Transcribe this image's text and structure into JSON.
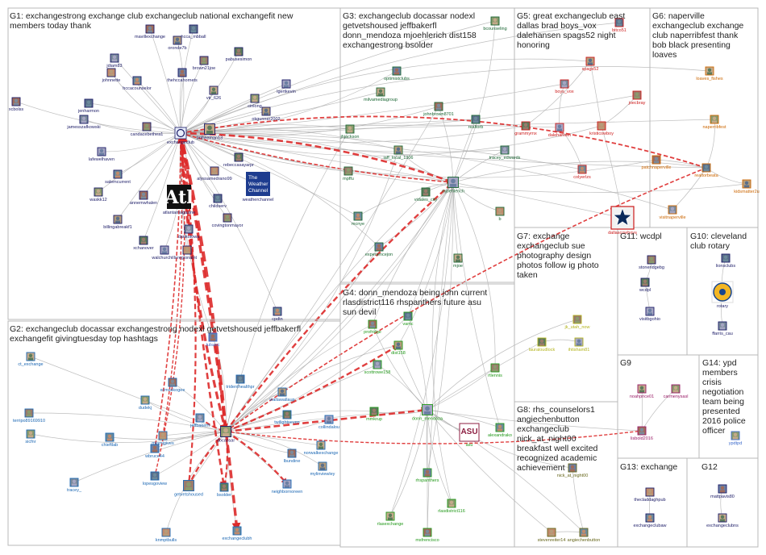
{
  "graph": {
    "groups": [
      {
        "id": "G1",
        "title_lines": [
          "G1: exchangestrong exchange club exchangeclub national exchangefit new",
          "members today thank"
        ]
      },
      {
        "id": "G2",
        "title_lines": [
          "G2: exchangeclub docassar exchangestrong nodexl getvetshoused jeffbakerfl",
          "exchangefit givingtuesday top hashtags"
        ]
      },
      {
        "id": "G3",
        "title_lines": [
          "G3: exchangeclub docassar nodexl",
          "getvetshoused jeffbakerfl",
          "donn_mendoza mjoehlerich dist158",
          "exchangestrong bsolder"
        ]
      },
      {
        "id": "G4",
        "title_lines": [
          "G4: donn_mendoza being john current",
          "rlasdistrict116 rhspanthers future asu",
          "sun devil"
        ]
      },
      {
        "id": "G5",
        "title_lines": [
          "G5: great exchangeclub east",
          "dallas brad boys_vox",
          "dalehansen spags52 night",
          "honoring"
        ]
      },
      {
        "id": "G6",
        "title_lines": [
          "G6: naperville",
          "exchangeclub exchange",
          "club naperribfest thank",
          "bob black presenting",
          "loaves"
        ]
      },
      {
        "id": "G7",
        "title_lines": [
          "G7: exchange",
          "exchangeclub sue",
          "photography design",
          "photos follow ig photo",
          "taken"
        ]
      },
      {
        "id": "G8",
        "title_lines": [
          "G8: rhs_counselors1",
          "angiechenbutton",
          "exchangeclub",
          "nick_at_night00",
          "breakfast well excited",
          "recognized academic",
          "achievement"
        ]
      },
      {
        "id": "G9",
        "title_lines": [
          "G9"
        ]
      },
      {
        "id": "G10",
        "title_lines": [
          "G10: cleveland",
          "club rotary"
        ]
      },
      {
        "id": "G11",
        "title_lines": [
          "G11: wcdpl"
        ]
      },
      {
        "id": "G12",
        "title_lines": [
          "G12"
        ]
      },
      {
        "id": "G13",
        "title_lines": [
          "G13: exchange"
        ]
      },
      {
        "id": "G14",
        "title_lines": [
          "G14: ypd",
          "members",
          "crisis",
          "negotiation",
          "team being",
          "presented",
          "2016 police",
          "officer"
        ]
      }
    ],
    "nodes": [
      {
        "id": "exchangeclub",
        "label": "exchangeclub",
        "color": "#1a1a66",
        "icon": "club-logo-icon"
      },
      {
        "id": "tmfreeman13",
        "label": "tmfreeman13",
        "color": "#1a1a66"
      },
      {
        "id": "docassar",
        "label": "docassar",
        "color": "#1a1a66"
      },
      {
        "id": "mavillexchange",
        "label": "mavillexchange",
        "color": "#1a1a66"
      },
      {
        "id": "hcca_mbball",
        "label": "hcca_mbball",
        "color": "#1a1a66"
      },
      {
        "id": "oronde7b",
        "label": "oronde7b",
        "color": "#1a1a66"
      },
      {
        "id": "jdiam83",
        "label": "jdiam83",
        "color": "#1a1a66"
      },
      {
        "id": "brown21joe",
        "label": "brown21joe",
        "color": "#1a1a66"
      },
      {
        "id": "pabusesimon",
        "label": "pabusesimon",
        "color": "#1a1a66"
      },
      {
        "id": "lgertkevin",
        "label": "lgertkevin",
        "color": "#1a1a66"
      },
      {
        "id": "johnnette",
        "label": "johnnette",
        "color": "#1a1a66"
      },
      {
        "id": "hccacounselor",
        "label": "hccacounselor",
        "color": "#1a1a66"
      },
      {
        "id": "thehccahornets",
        "label": "thehccahornets",
        "color": "#1a1a66"
      },
      {
        "id": "vtr_626",
        "label": "vtr_626",
        "color": "#1a1a66"
      },
      {
        "id": "cinlong",
        "label": "cinlong",
        "color": "#1a1a66"
      },
      {
        "id": "xcbolss",
        "label": "xcbolss",
        "color": "#1a1a66"
      },
      {
        "id": "jenharmon",
        "label": "jenharmon",
        "color": "#1a1a66"
      },
      {
        "id": "okgunner2002",
        "label": "okgunner2002",
        "color": "#1a1a66"
      },
      {
        "id": "jamesszafkowski",
        "label": "jamesszafkowski",
        "color": "#1a1a66"
      },
      {
        "id": "candacebethea1",
        "label": "candacebethea1",
        "color": "#1a1a66"
      },
      {
        "id": "rebeccasayarpr",
        "label": "rebeccasayarpr",
        "color": "#1a1a66"
      },
      {
        "id": "lafewelhaven",
        "label": "lafewelhaven",
        "color": "#1a1a66"
      },
      {
        "id": "alyssamedrano99",
        "label": "alyssamedrano99",
        "color": "#1a1a66"
      },
      {
        "id": "salemcurrent",
        "label": "salemcurrent",
        "color": "#1a1a66"
      },
      {
        "id": "weatherchannel",
        "label": "weatherchannel",
        "color": "#1a1a66",
        "icon": "weather-channel-logo-icon",
        "icon_text": [
          "The",
          "Weather",
          "Channel"
        ]
      },
      {
        "id": "atlantamagazine",
        "label": "atlantamagazine",
        "color": "#1a1a66",
        "icon": "atl-logo-icon",
        "icon_text": [
          "Atl"
        ]
      },
      {
        "id": "waskk12",
        "label": "waskk12",
        "color": "#1a1a66"
      },
      {
        "id": "annemwhalen",
        "label": "annemwhalen",
        "color": "#1a1a66"
      },
      {
        "id": "childserv",
        "label": "childserv",
        "color": "#1a1a66"
      },
      {
        "id": "billingabreakf1",
        "label": "billingabreakf1",
        "color": "#1a1a66"
      },
      {
        "id": "dankotowa",
        "label": "dankotowa",
        "color": "#1a1a66"
      },
      {
        "id": "covingtonmayor",
        "label": "covingtonmayor",
        "color": "#1a1a66"
      },
      {
        "id": "xchanover",
        "label": "xchanover",
        "color": "#1a1a66"
      },
      {
        "id": "walchurchills",
        "label": "walchurchills",
        "color": "#1a1a66"
      },
      {
        "id": "regionalnt",
        "label": "regionalnt",
        "color": "#1a1a66"
      },
      {
        "id": "cpdtn",
        "label": "cpdtn",
        "color": "#1a1a66"
      },
      {
        "id": "tulsaxc",
        "label": "tulsaxc",
        "color": "#3d6bcc"
      },
      {
        "id": "ct_exchange",
        "label": "ct_exchange",
        "color": "#1a66b3"
      },
      {
        "id": "dudekj",
        "label": "dudekj",
        "color": "#1a66b3"
      },
      {
        "id": "xcmuskogee",
        "label": "xcmuskogee",
        "color": "#1a66b3"
      },
      {
        "id": "tridenthealthpr",
        "label": "tridenthealthpr",
        "color": "#1a66b3"
      },
      {
        "id": "wallawallaup",
        "label": "wallawallaup",
        "color": "#1a66b3"
      },
      {
        "id": "jeffbakerfl",
        "label": "jeffbakerfl",
        "color": "#1a66b3"
      },
      {
        "id": "terripo89169910",
        "label": "terripo89169910",
        "color": "#1a66b3"
      },
      {
        "id": "twilightseven",
        "label": "twilightseven",
        "color": "#1a66b3"
      },
      {
        "id": "collindalou",
        "label": "collindalou",
        "color": "#1a66b3"
      },
      {
        "id": "miamigives",
        "label": "miamigives",
        "color": "#1a66b3"
      },
      {
        "id": "chieftlab",
        "label": "chieftlab",
        "color": "#1a66b3"
      },
      {
        "id": "wbruce44",
        "label": "wbruce44",
        "color": "#1a66b3"
      },
      {
        "id": "norwalkexchange",
        "label": "norwalkexchange",
        "color": "#1a66b3"
      },
      {
        "id": "sicfnr",
        "label": "sicfnr",
        "color": "#1a66b3"
      },
      {
        "id": "lbundine",
        "label": "lbundine",
        "color": "#1a66b3"
      },
      {
        "id": "lopesgoview",
        "label": "lopesgoview",
        "color": "#1a66b3"
      },
      {
        "id": "mylinviewley",
        "label": "mylinviewley",
        "color": "#1a66b3"
      },
      {
        "id": "tracey_",
        "label": "tracey_",
        "color": "#1a66b3"
      },
      {
        "id": "getvetshoused",
        "label": "getvetshoused",
        "color": "#1a66b3"
      },
      {
        "id": "bsolder",
        "label": "bsolder",
        "color": "#1a66b3"
      },
      {
        "id": "neighbornoreen",
        "label": "neighbornoreen",
        "color": "#1a66b3"
      },
      {
        "id": "knmptbulls",
        "label": "knmptbulls",
        "color": "#1a66b3"
      },
      {
        "id": "exchangeclubh",
        "label": "exchangeclubh",
        "color": "#1a66b3"
      },
      {
        "id": "optimistclubs",
        "label": "optimistclubs",
        "color": "#1a6633"
      },
      {
        "id": "milvamediagroup",
        "label": "milvamediagroup",
        "color": "#1a6633"
      },
      {
        "id": "jhjackson",
        "label": "jhjackson",
        "color": "#1a6633"
      },
      {
        "id": "johnbrown8701",
        "label": "johnbrown8701",
        "color": "#1a6633"
      },
      {
        "id": "realtorb",
        "label": "realtorb",
        "color": "#1a6633"
      },
      {
        "id": "iaff_local_1306",
        "label": "iaff_local_1306",
        "color": "#1a6633"
      },
      {
        "id": "tracey_edwards",
        "label": "tracey_edwards",
        "color": "#1a6633"
      },
      {
        "id": "mpffu",
        "label": "mpffu",
        "color": "#1a6633"
      },
      {
        "id": "vidales_city",
        "label": "vidales_city",
        "color": "#1a6633"
      },
      {
        "id": "mjoehlerich",
        "label": "mjoehlerich",
        "color": "#1a6633"
      },
      {
        "id": "b",
        "label": "b",
        "color": "#1a6633"
      },
      {
        "id": "mcnye",
        "label": "mcnye",
        "color": "#1a6633"
      },
      {
        "id": "experiencejon",
        "label": "experiencejon",
        "color": "#1a6633"
      },
      {
        "id": "mjoe",
        "label": "mjoe",
        "color": "#1a6633"
      },
      {
        "id": "bcounseling",
        "label": "bcounseling",
        "color": "#1a6633"
      },
      {
        "id": "profridge",
        "label": "profridge",
        "color": "#22991a"
      },
      {
        "id": "vamc",
        "label": "vamc",
        "color": "#22991a"
      },
      {
        "id": "dist158",
        "label": "dist158",
        "color": "#22991a"
      },
      {
        "id": "scottrowe158",
        "label": "scottrowe158",
        "color": "#22991a"
      },
      {
        "id": "rtlennis",
        "label": "rtlennis",
        "color": "#22991a"
      },
      {
        "id": "mmkrup",
        "label": "mmkrup",
        "color": "#22991a"
      },
      {
        "id": "donn_mendoza",
        "label": "donn_mendoza",
        "color": "#22991a"
      },
      {
        "id": "asu",
        "label": "asu",
        "color": "#22991a",
        "icon": "asu-logo-icon",
        "icon_text": [
          "ASU"
        ]
      },
      {
        "id": "alexandrako",
        "label": "alexandrako",
        "color": "#22991a"
      },
      {
        "id": "rhspanthers",
        "label": "rhspanthers",
        "color": "#22991a"
      },
      {
        "id": "rlasexchange",
        "label": "rlasexchange",
        "color": "#22991a"
      },
      {
        "id": "rlasdistrict116",
        "label": "rlasdistrict116",
        "color": "#22991a"
      },
      {
        "id": "msfrencisco",
        "label": "msfrencisco",
        "color": "#22991a"
      },
      {
        "id": "bitco51",
        "label": "bitco51",
        "color": "#cc1a1a"
      },
      {
        "id": "spags52",
        "label": "spags52",
        "color": "#cc1a1a"
      },
      {
        "id": "boys_vox",
        "label": "boys_vox",
        "color": "#cc1a1a"
      },
      {
        "id": "joecbray",
        "label": "joecbray",
        "color": "#cc1a1a"
      },
      {
        "id": "grammyrnx",
        "label": "grammyrnx",
        "color": "#cc1a1a"
      },
      {
        "id": "dalehansen",
        "label": "dalehansen",
        "color": "#cc1a1a"
      },
      {
        "id": "kristicowboy",
        "label": "kristicowboy",
        "color": "#cc1a1a"
      },
      {
        "id": "colyerlzs",
        "label": "colyerlzs",
        "color": "#cc1a1a"
      },
      {
        "id": "dallascowboys",
        "label": "dallascowboys",
        "color": "#cc1a1a",
        "icon": "star-logo-icon"
      },
      {
        "id": "loaves_fishes",
        "label": "loaves_fishes",
        "color": "#cc6600"
      },
      {
        "id": "naperribfest",
        "label": "naperribfest",
        "color": "#cc6600"
      },
      {
        "id": "patchnaperville",
        "label": "patchnaperville",
        "color": "#cc6600"
      },
      {
        "id": "realtorbeata",
        "label": "realtorbeata",
        "color": "#cc6600"
      },
      {
        "id": "kidsmatter2u",
        "label": "kidsmatter2u",
        "color": "#cc6600"
      },
      {
        "id": "visitnaperville",
        "label": "visitnaperville",
        "color": "#cc6600"
      },
      {
        "id": "jk_utah_now",
        "label": "jk_utah_now",
        "color": "#b3b31a"
      },
      {
        "id": "lauraloudlock",
        "label": "lauraloudlock",
        "color": "#b3b31a"
      },
      {
        "id": "ihtisham81",
        "label": "ihtisham81",
        "color": "#b3b31a"
      },
      {
        "id": "stevenreiter14",
        "label": "stevenreiter14",
        "color": "#66661a"
      },
      {
        "id": "angiechenbutton",
        "label": "angiechenbutton",
        "color": "#66661a"
      },
      {
        "id": "nick_at_night00",
        "label": "nick_at_night00",
        "color": "#66661a"
      },
      {
        "id": "noahprice01",
        "label": "noahprice01",
        "color": "#991a66"
      },
      {
        "id": "carmenysasl",
        "label": "carmenysasl",
        "color": "#991a66"
      },
      {
        "id": "lisbold2016",
        "label": "lisbold2016",
        "color": "#991a66"
      },
      {
        "id": "lionsclubs",
        "label": "lionsclubs",
        "color": "#1a1a66"
      },
      {
        "id": "rotary",
        "label": "rotary",
        "color": "#1a1a66",
        "icon": "rotary-wheel-icon"
      },
      {
        "id": "ffarris_cau",
        "label": "ffarris_cau",
        "color": "#1a1a66"
      },
      {
        "id": "stoneridgebg",
        "label": "stoneridgebg",
        "color": "#1a1a66"
      },
      {
        "id": "wcdpl",
        "label": "wcdpl",
        "color": "#1a1a66"
      },
      {
        "id": "visitbgohio",
        "label": "visitbgohio",
        "color": "#1a1a66"
      },
      {
        "id": "thecladdaghpub",
        "label": "thecladdaghpub",
        "color": "#1a1a66"
      },
      {
        "id": "exchangeclubaw",
        "label": "exchangeclubaw",
        "color": "#1a1a66"
      },
      {
        "id": "mattpavis80",
        "label": "mattpavis80",
        "color": "#1a1a66"
      },
      {
        "id": "exchangeclubns",
        "label": "exchangeclubns",
        "color": "#1a1a66"
      },
      {
        "id": "ypdtpd",
        "label": "ypdtpd",
        "color": "#3d6bcc"
      }
    ]
  }
}
